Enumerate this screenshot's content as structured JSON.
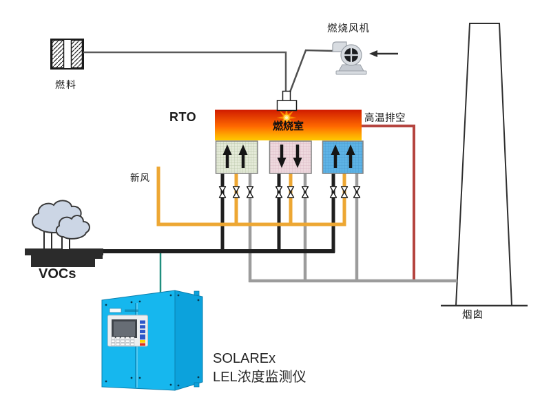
{
  "labels": {
    "fuel": "燃料",
    "combustion_fan": "燃烧风机",
    "rto": "RTO",
    "combustion_chamber": "燃烧室",
    "high_temp_exhaust": "高温排空",
    "fresh_air": "新风",
    "vocs": "VOCs",
    "chimney": "烟囱",
    "monitor_name": "SOLAREx",
    "monitor_desc": "LEL浓度监测仪"
  },
  "colors": {
    "pipe_vocs": "#1f1f1f",
    "pipe_fresh_air": "#eda733",
    "pipe_exhaust_gray": "#9c9c9c",
    "pipe_hot_exhaust": "#b5443f",
    "pipe_sample": "#1f8e7e",
    "cabinet_front": "#16b7ee",
    "cabinet_side": "#0ca2dc",
    "tower_up_1": "#e4ead8",
    "tower_down": "#eed9de",
    "tower_up_2": "#5db3e6",
    "chamber_top": "#d01c00",
    "chamber_mid": "#ff6a00",
    "chamber_bottom": "#ffc800"
  },
  "towers": [
    {
      "id": "tower-1",
      "flow": "up"
    },
    {
      "id": "tower-2",
      "flow": "down"
    },
    {
      "id": "tower-3",
      "flow": "up"
    }
  ]
}
